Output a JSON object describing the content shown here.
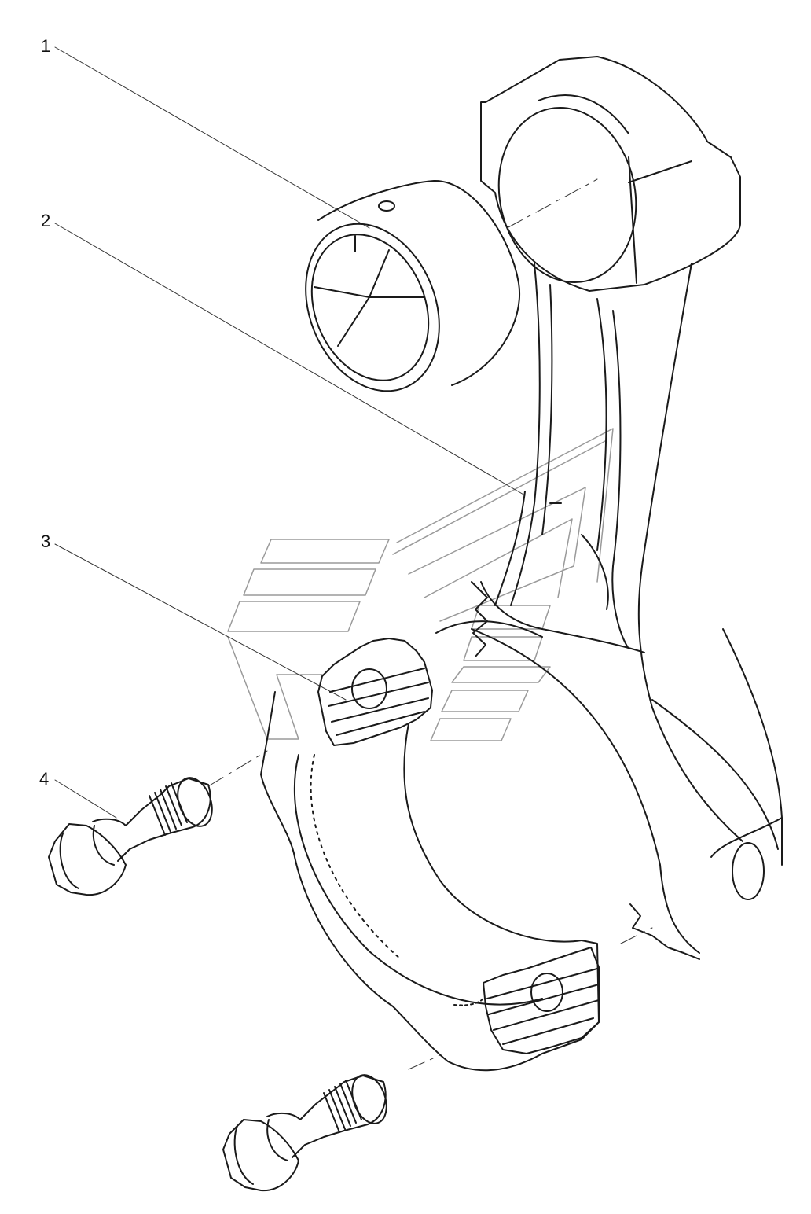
{
  "callouts": [
    {
      "id": "1",
      "label": "1",
      "part": "small-end-bushing"
    },
    {
      "id": "2",
      "label": "2",
      "part": "connecting-rod"
    },
    {
      "id": "3",
      "label": "3",
      "part": "rod-cap"
    },
    {
      "id": "4",
      "label": "4",
      "part": "cap-bolt"
    }
  ],
  "colors": {
    "stroke": "#1a1a1a",
    "leader": "#333333",
    "watermark": "#9a9a9a",
    "background": "#ffffff"
  }
}
